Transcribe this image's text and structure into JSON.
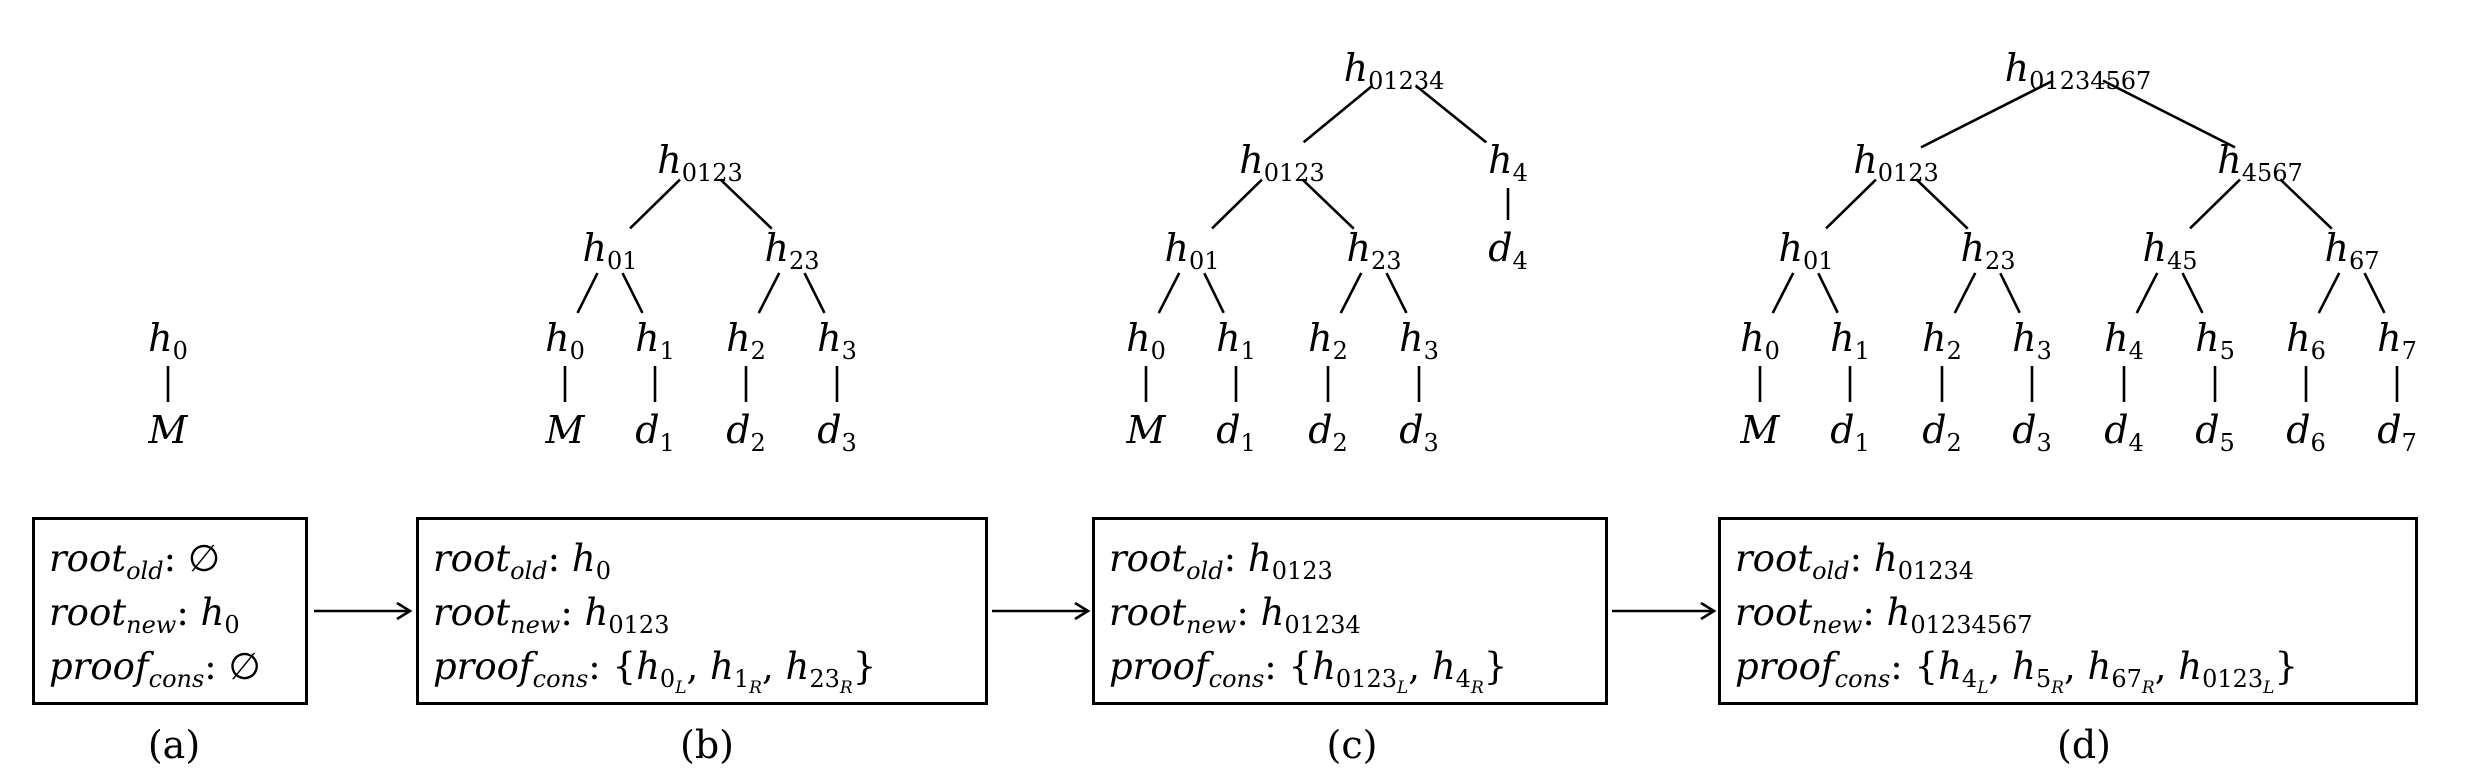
{
  "panels": [
    {
      "caption": "(a)",
      "tree": {
        "nodes": [
          {
            "id": "h0",
            "b": "h",
            "s": "0"
          },
          {
            "id": "M",
            "b": "M",
            "s": ""
          }
        ],
        "edges": [
          [
            "h0",
            "M"
          ]
        ]
      },
      "state": {
        "old_label": "root",
        "old_sub": "old",
        "old_value": "∅",
        "new_label": "root",
        "new_sub": "new",
        "new_value_b": "h",
        "new_value_s": "0",
        "proof_label": "proof",
        "proof_sub": "cons",
        "proof_value": "∅"
      }
    },
    {
      "caption": "(b)",
      "tree": {
        "nodes": [
          {
            "id": "h0123",
            "b": "h",
            "s": "0123"
          },
          {
            "id": "h01",
            "b": "h",
            "s": "01"
          },
          {
            "id": "h23",
            "b": "h",
            "s": "23"
          },
          {
            "id": "h0",
            "b": "h",
            "s": "0"
          },
          {
            "id": "h1",
            "b": "h",
            "s": "1"
          },
          {
            "id": "h2",
            "b": "h",
            "s": "2"
          },
          {
            "id": "h3",
            "b": "h",
            "s": "3"
          },
          {
            "id": "M",
            "b": "M",
            "s": ""
          },
          {
            "id": "d1",
            "b": "d",
            "s": "1"
          },
          {
            "id": "d2",
            "b": "d",
            "s": "2"
          },
          {
            "id": "d3",
            "b": "d",
            "s": "3"
          }
        ],
        "edges": [
          [
            "h0123",
            "h01"
          ],
          [
            "h0123",
            "h23"
          ],
          [
            "h01",
            "h0"
          ],
          [
            "h01",
            "h1"
          ],
          [
            "h23",
            "h2"
          ],
          [
            "h23",
            "h3"
          ],
          [
            "h0",
            "M"
          ],
          [
            "h1",
            "d1"
          ],
          [
            "h2",
            "d2"
          ],
          [
            "h3",
            "d3"
          ]
        ]
      },
      "state": {
        "old_label": "root",
        "old_sub": "old",
        "old_value_b": "h",
        "old_value_s": "0",
        "new_label": "root",
        "new_sub": "new",
        "new_value_b": "h",
        "new_value_s": "0123",
        "proof_label": "proof",
        "proof_sub": "cons",
        "proof_items": [
          [
            "h",
            "0",
            "L"
          ],
          [
            "h",
            "1",
            "R"
          ],
          [
            "h",
            "23",
            "R"
          ]
        ]
      }
    },
    {
      "caption": "(c)",
      "tree": {
        "nodes": [
          {
            "id": "h01234",
            "b": "h",
            "s": "01234"
          },
          {
            "id": "h0123",
            "b": "h",
            "s": "0123"
          },
          {
            "id": "h4",
            "b": "h",
            "s": "4"
          },
          {
            "id": "h01",
            "b": "h",
            "s": "01"
          },
          {
            "id": "h23",
            "b": "h",
            "s": "23"
          },
          {
            "id": "d4",
            "b": "d",
            "s": "4"
          },
          {
            "id": "h0",
            "b": "h",
            "s": "0"
          },
          {
            "id": "h1",
            "b": "h",
            "s": "1"
          },
          {
            "id": "h2",
            "b": "h",
            "s": "2"
          },
          {
            "id": "h3",
            "b": "h",
            "s": "3"
          },
          {
            "id": "M",
            "b": "M",
            "s": ""
          },
          {
            "id": "d1",
            "b": "d",
            "s": "1"
          },
          {
            "id": "d2",
            "b": "d",
            "s": "2"
          },
          {
            "id": "d3",
            "b": "d",
            "s": "3"
          }
        ],
        "edges": [
          [
            "h01234",
            "h0123"
          ],
          [
            "h01234",
            "h4"
          ],
          [
            "h0123",
            "h01"
          ],
          [
            "h0123",
            "h23"
          ],
          [
            "h4",
            "d4"
          ],
          [
            "h01",
            "h0"
          ],
          [
            "h01",
            "h1"
          ],
          [
            "h23",
            "h2"
          ],
          [
            "h23",
            "h3"
          ],
          [
            "h0",
            "M"
          ],
          [
            "h1",
            "d1"
          ],
          [
            "h2",
            "d2"
          ],
          [
            "h3",
            "d3"
          ]
        ]
      },
      "state": {
        "old_label": "root",
        "old_sub": "old",
        "old_value_b": "h",
        "old_value_s": "0123",
        "new_label": "root",
        "new_sub": "new",
        "new_value_b": "h",
        "new_value_s": "01234",
        "proof_label": "proof",
        "proof_sub": "cons",
        "proof_items": [
          [
            "h",
            "0123",
            "L"
          ],
          [
            "h",
            "4",
            "R"
          ]
        ]
      }
    },
    {
      "caption": "(d)",
      "tree": {
        "nodes": [
          {
            "id": "h01234567",
            "b": "h",
            "s": "01234567"
          },
          {
            "id": "h0123",
            "b": "h",
            "s": "0123"
          },
          {
            "id": "h4567",
            "b": "h",
            "s": "4567"
          },
          {
            "id": "h01",
            "b": "h",
            "s": "01"
          },
          {
            "id": "h23",
            "b": "h",
            "s": "23"
          },
          {
            "id": "h45",
            "b": "h",
            "s": "45"
          },
          {
            "id": "h67",
            "b": "h",
            "s": "67"
          },
          {
            "id": "h0",
            "b": "h",
            "s": "0"
          },
          {
            "id": "h1",
            "b": "h",
            "s": "1"
          },
          {
            "id": "h2",
            "b": "h",
            "s": "2"
          },
          {
            "id": "h3",
            "b": "h",
            "s": "3"
          },
          {
            "id": "h4",
            "b": "h",
            "s": "4"
          },
          {
            "id": "h5",
            "b": "h",
            "s": "5"
          },
          {
            "id": "h6",
            "b": "h",
            "s": "6"
          },
          {
            "id": "h7",
            "b": "h",
            "s": "7"
          },
          {
            "id": "M",
            "b": "M",
            "s": ""
          },
          {
            "id": "d1",
            "b": "d",
            "s": "1"
          },
          {
            "id": "d2",
            "b": "d",
            "s": "2"
          },
          {
            "id": "d3",
            "b": "d",
            "s": "3"
          },
          {
            "id": "d4",
            "b": "d",
            "s": "4"
          },
          {
            "id": "d5",
            "b": "d",
            "s": "5"
          },
          {
            "id": "d6",
            "b": "d",
            "s": "6"
          },
          {
            "id": "d7",
            "b": "d",
            "s": "7"
          }
        ],
        "edges": [
          [
            "h01234567",
            "h0123"
          ],
          [
            "h01234567",
            "h4567"
          ],
          [
            "h0123",
            "h01"
          ],
          [
            "h0123",
            "h23"
          ],
          [
            "h4567",
            "h45"
          ],
          [
            "h4567",
            "h67"
          ],
          [
            "h01",
            "h0"
          ],
          [
            "h01",
            "h1"
          ],
          [
            "h23",
            "h2"
          ],
          [
            "h23",
            "h3"
          ],
          [
            "h45",
            "h4"
          ],
          [
            "h45",
            "h5"
          ],
          [
            "h67",
            "h6"
          ],
          [
            "h67",
            "h7"
          ],
          [
            "h0",
            "M"
          ],
          [
            "h1",
            "d1"
          ],
          [
            "h2",
            "d2"
          ],
          [
            "h3",
            "d3"
          ],
          [
            "h4",
            "d4"
          ],
          [
            "h5",
            "d5"
          ],
          [
            "h6",
            "d6"
          ],
          [
            "h7",
            "d7"
          ]
        ]
      },
      "state": {
        "old_label": "root",
        "old_sub": "old",
        "old_value_b": "h",
        "old_value_s": "01234",
        "new_label": "root",
        "new_sub": "new",
        "new_value_b": "h",
        "new_value_s": "01234567",
        "proof_label": "proof",
        "proof_sub": "cons",
        "proof_items": [
          [
            "h",
            "4",
            "L"
          ],
          [
            "h",
            "5",
            "R"
          ],
          [
            "h",
            "67",
            "R"
          ],
          [
            "h",
            "0123",
            "L"
          ]
        ]
      }
    }
  ]
}
